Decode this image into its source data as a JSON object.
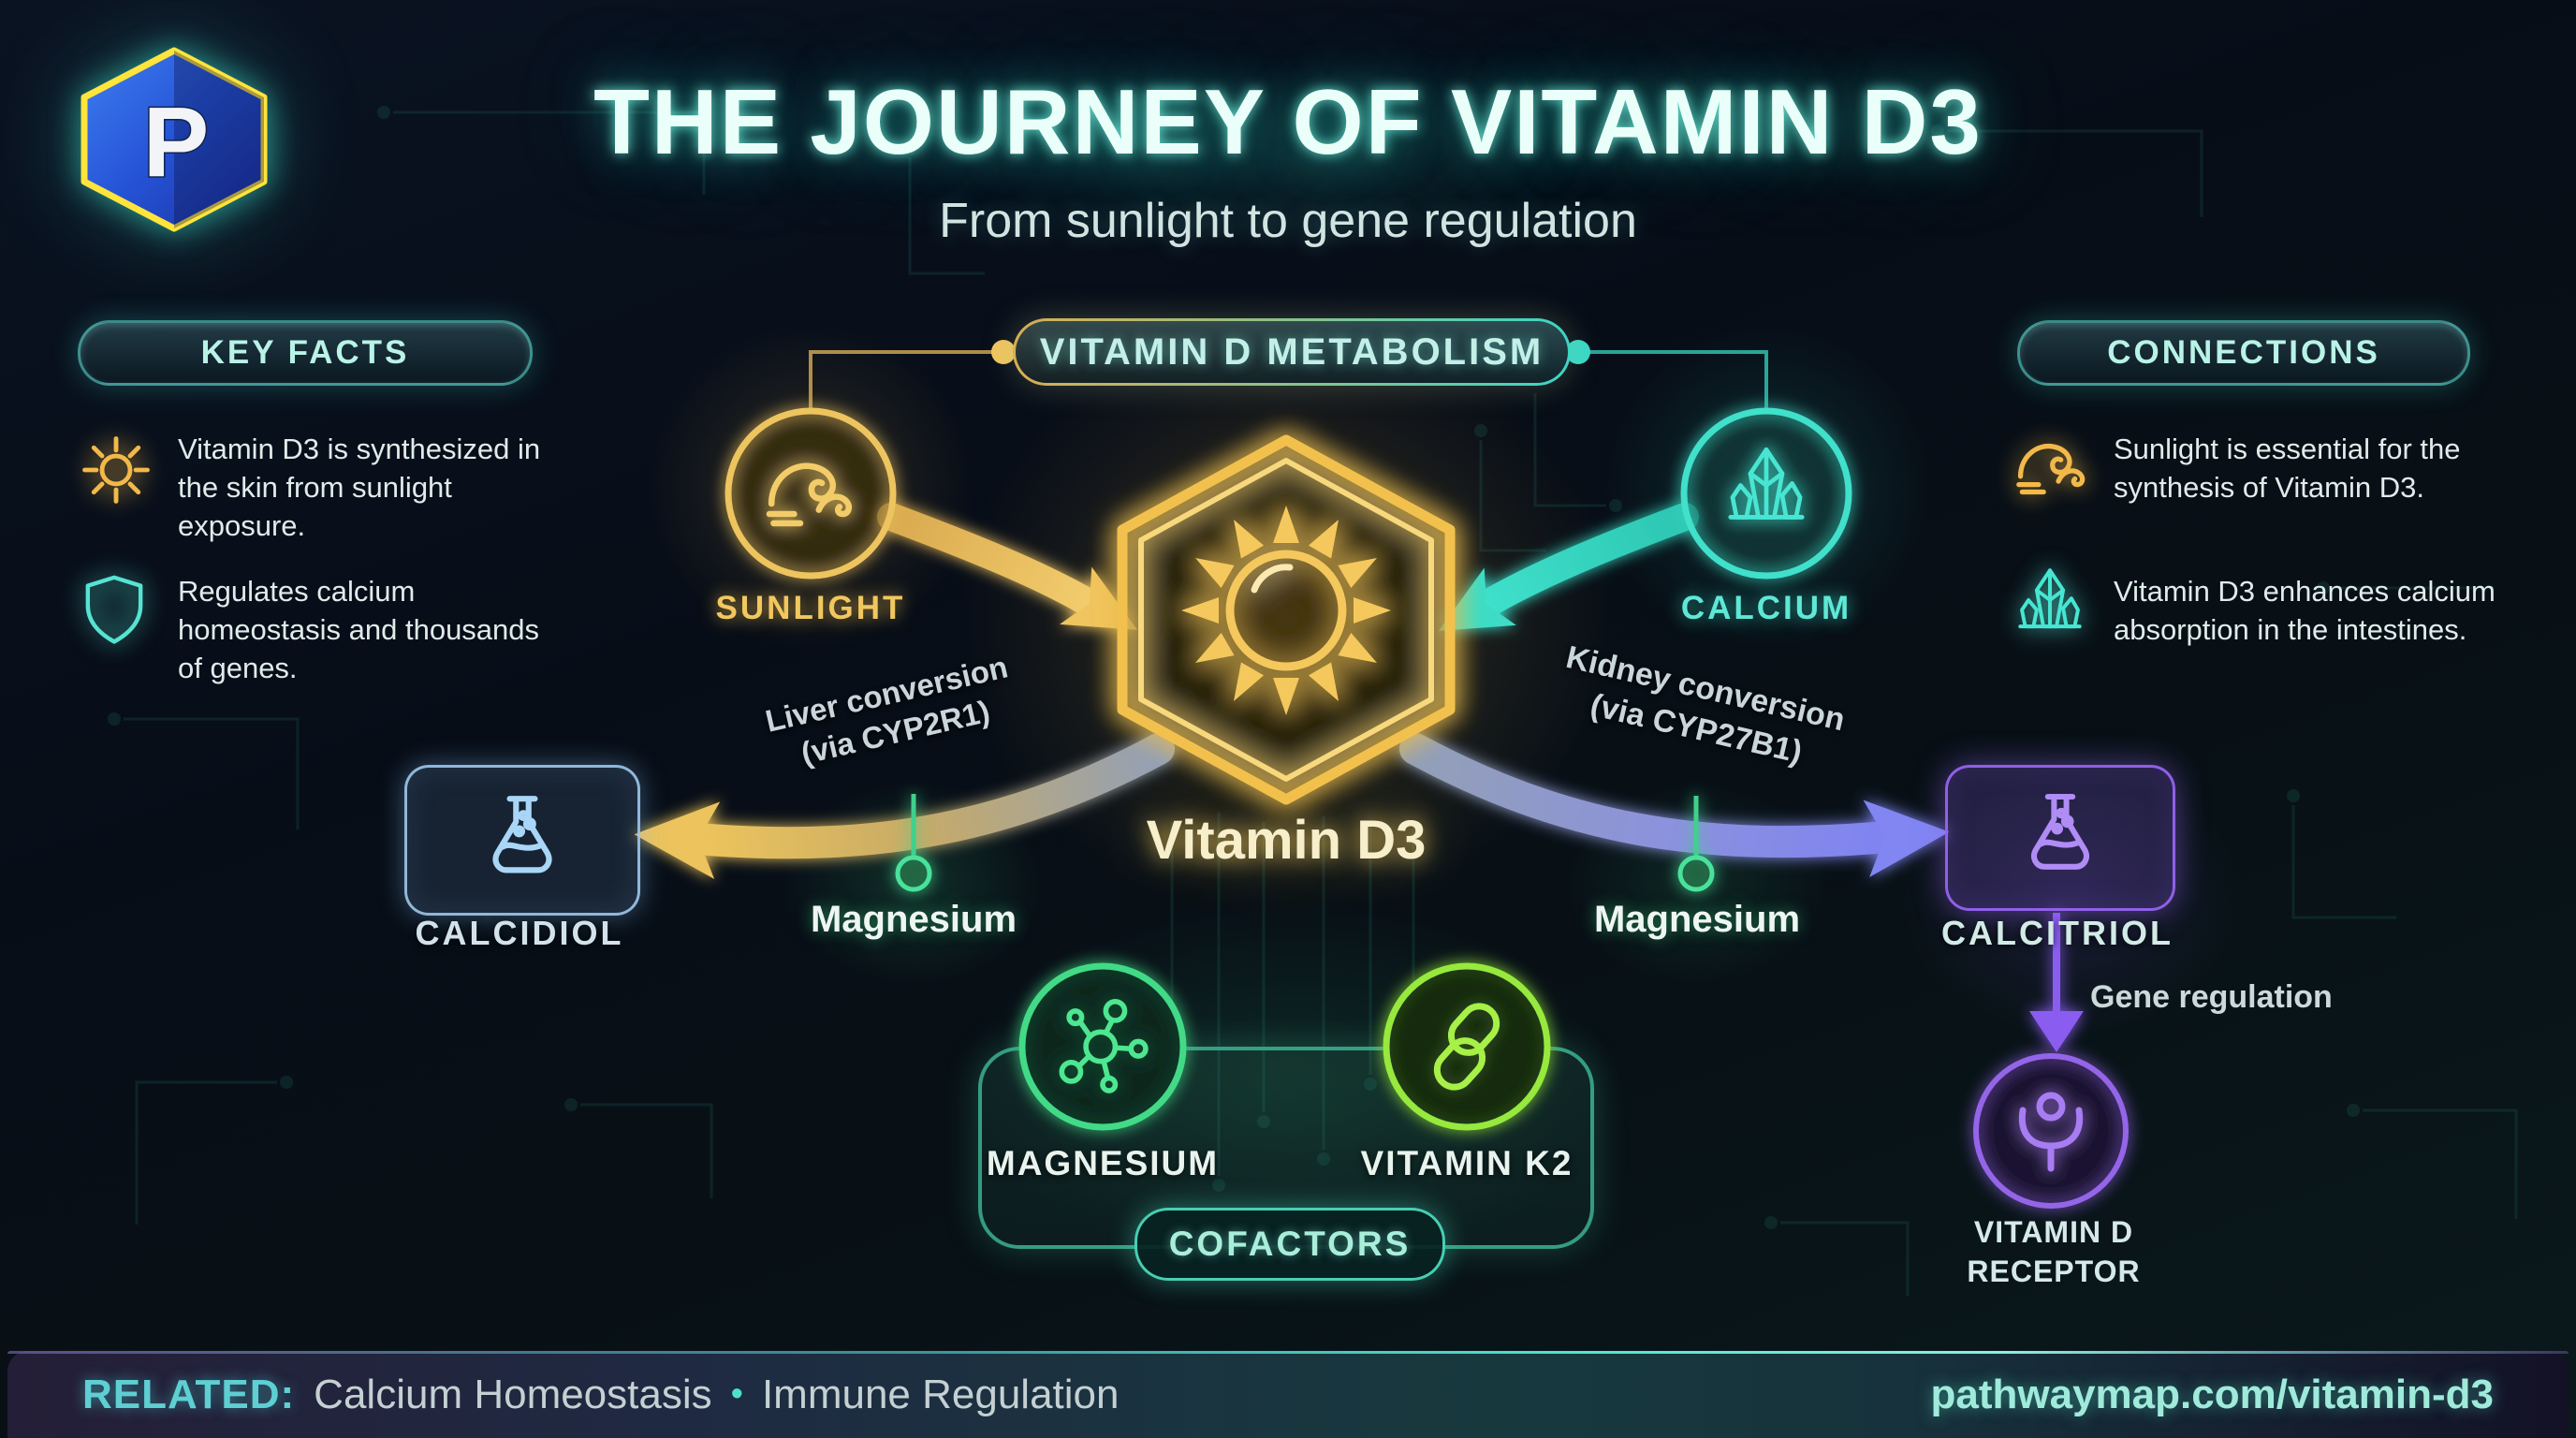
{
  "logo": {
    "letter": "P"
  },
  "header": {
    "title": "THE JOURNEY OF VITAMIN D3",
    "subtitle": "From sunlight to gene regulation"
  },
  "key_facts": {
    "heading": "KEY FACTS",
    "items": [
      {
        "icon": "sun-icon",
        "text": "Vitamin D3 is synthesized in the skin from sunlight exposure."
      },
      {
        "icon": "shield-icon",
        "text": "Regulates calcium homeostasis and thousands of genes."
      }
    ]
  },
  "connections": {
    "heading": "CONNECTIONS",
    "items": [
      {
        "icon": "wave-icon",
        "text": "Sunlight is essential for the synthesis of Vitamin D3."
      },
      {
        "icon": "crystal-icon",
        "text": "Vitamin D3 enhances calcium absorption in the intestines."
      }
    ]
  },
  "diagram": {
    "section_label": "VITAMIN D METABOLISM",
    "center_node": {
      "label": "Vitamin D3",
      "icon": "sun-icon"
    },
    "sunlight_node": {
      "label": "SUNLIGHT",
      "icon": "wave-icon"
    },
    "calcium_node": {
      "label": "CALCIUM",
      "icon": "crystal-icon"
    },
    "liver_conversion": {
      "line1": "Liver conversion",
      "line2": "(via CYP2R1)"
    },
    "kidney_conversion": {
      "line1": "Kidney conversion",
      "line2": "(via CYP27B1)"
    },
    "calcidiol": {
      "label": "CALCIDIOL",
      "icon": "flask-icon"
    },
    "calcitriol": {
      "label": "CALCITRIOL",
      "icon": "flask-icon"
    },
    "magnesium_left": "Magnesium",
    "magnesium_right": "Magnesium",
    "cofactors": {
      "heading": "COFACTORS",
      "items": [
        {
          "label": "MAGNESIUM",
          "icon": "molecule-icon"
        },
        {
          "label": "VITAMIN K2",
          "icon": "chain-link-icon"
        }
      ]
    },
    "gene_regulation": "Gene regulation",
    "receptor": {
      "label": "VITAMIN D RECEPTOR",
      "icon": "receptor-icon"
    }
  },
  "footer": {
    "related_label": "RELATED:",
    "related_items": [
      "Calcium Homeostasis",
      "Immune Regulation"
    ],
    "separator": "•",
    "url": "pathwaymap.com/vitamin-d3"
  },
  "colors": {
    "gold": "#f0c75e",
    "teal": "#3fd9c0",
    "green": "#46e29a",
    "lime": "#a3e635",
    "purple": "#9465e8",
    "light_blue": "#9cc6e6",
    "background": "#070d17"
  }
}
